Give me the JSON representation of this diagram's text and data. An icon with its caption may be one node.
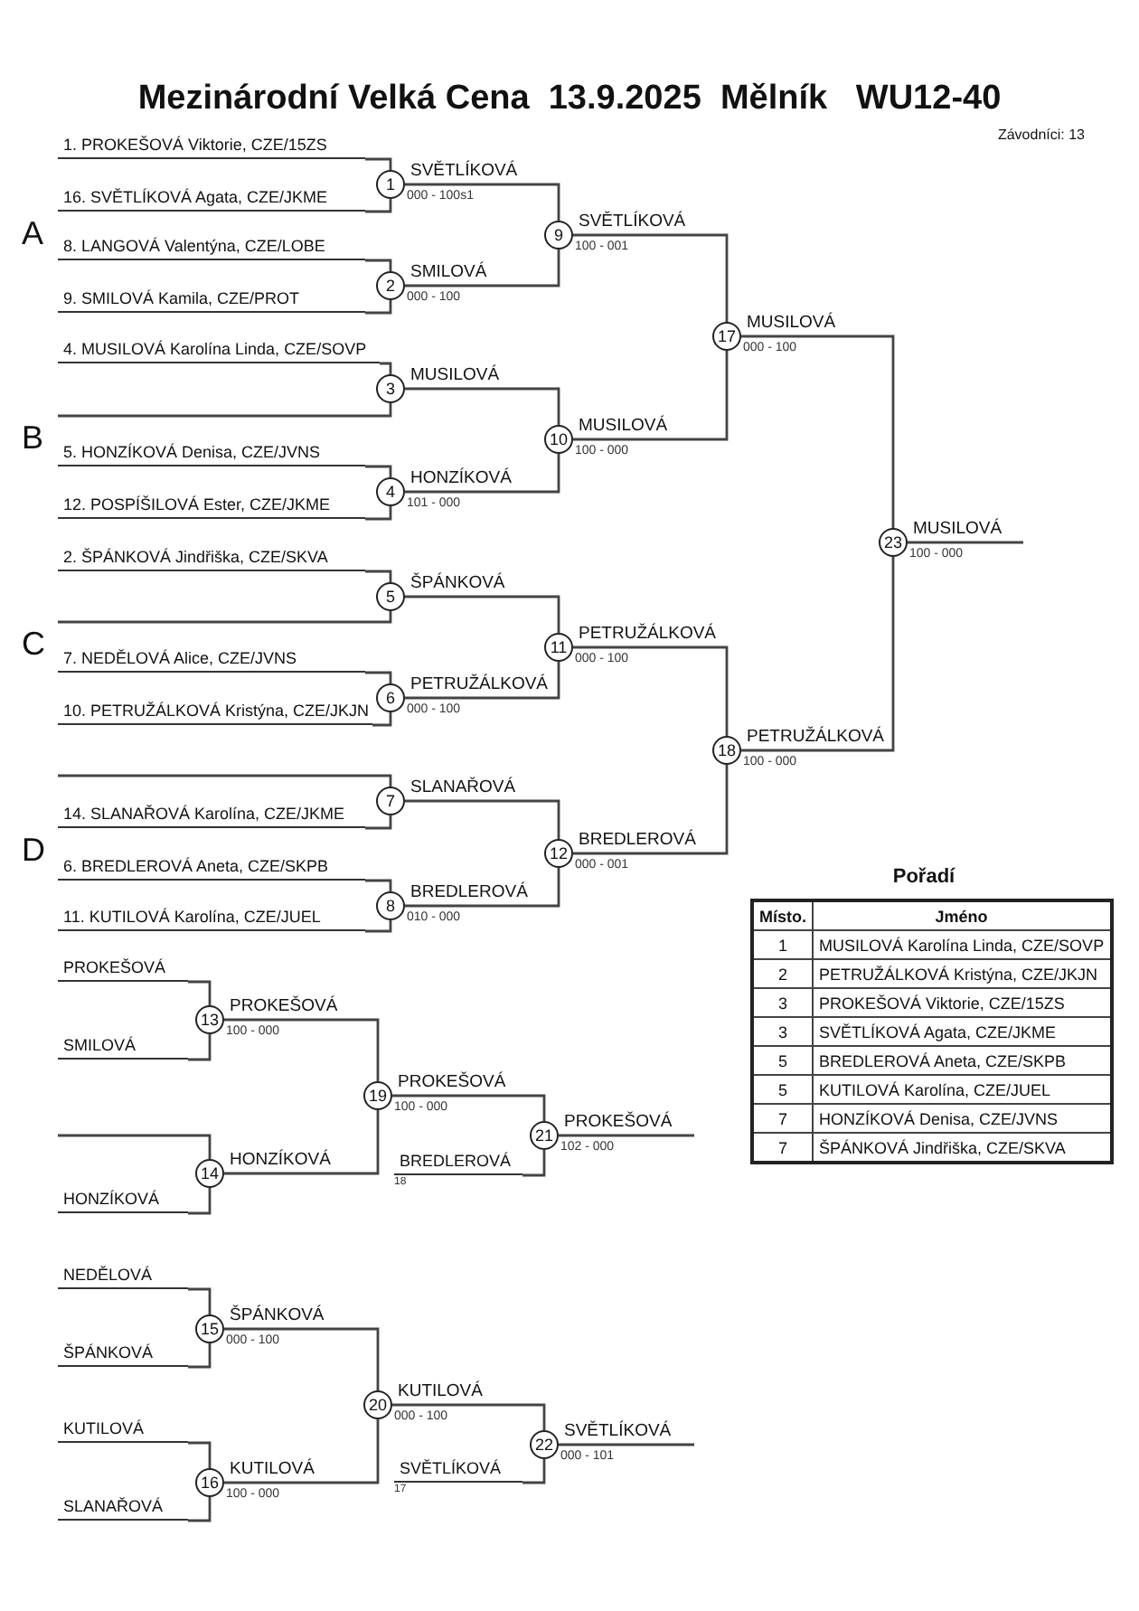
{
  "diagram": {
    "title": "Mezinárodní Velká Cena  13.9.2025  Mělník   WU12-40",
    "nodes": [
      {
        "text": [
          "1. PROKEŠOVÁ Viktorie, CZE/15ZS"
        ]
      },
      {
        "text": [
          "16. SVĚTLÍKOVÁ Agata, CZE/JKME"
        ]
      },
      {
        "text": [
          "1"
        ],
        "beside": [
          "000 - 100s1"
        ]
      },
      {
        "text": [
          "8. LANGOVÁ Valentýna, CZE/LOBE"
        ]
      },
      {
        "text": [
          "9. SMILOVÁ Kamila, CZE/PROT"
        ]
      },
      {
        "text": [
          "2"
        ],
        "beside": [
          "000 - 100"
        ]
      },
      {
        "text": [
          "4. MUSILOVÁ Karolína Linda, CZE/SOVP"
        ]
      },
      {
        "text": [
          "3"
        ]
      },
      {
        "text": [
          "5. HONZÍKOVÁ Denisa, CZE/JVNS"
        ]
      },
      {
        "text": [
          "12. POSPÍŠILOVÁ Ester, CZE/JKME"
        ]
      },
      {
        "text": [
          "4"
        ],
        "beside": [
          "101 - 000"
        ]
      },
      {
        "text": [
          "2. ŠPÁNKOVÁ Jindřiška, CZE/SKVA"
        ]
      },
      {
        "text": [
          "5"
        ]
      },
      {
        "text": [
          "7. NEDĚLOVÁ Alice, CZE/JVNS"
        ]
      },
      {
        "text": [
          "10. PETRUŽÁLKOVÁ Kristýna, CZE/JKJN"
        ]
      },
      {
        "text": [
          "6"
        ],
        "beside": [
          "000 - 100"
        ]
      },
      {
        "text": [
          "14. SLANAŘOVÁ Karolína, CZE/JKME"
        ]
      },
      {
        "text": [
          "7"
        ]
      },
      {
        "text": [
          "6. BREDLEROVÁ Aneta, CZE/SKPB"
        ]
      },
      {
        "text": [
          "11. KUTILOVÁ Karolína, CZE/JUEL"
        ]
      },
      {
        "text": [
          "8"
        ],
        "beside": [
          "010 - 000"
        ]
      },
      {
        "text": [
          "9"
        ],
        "beside": [
          "100 - 001"
        ]
      },
      {
        "text": [
          "10"
        ],
        "beside": [
          "100 - 000"
        ]
      },
      {
        "text": [
          "11"
        ],
        "beside": [
          "000 - 100"
        ]
      },
      {
        "text": [
          "12"
        ],
        "beside": [
          "000 - 001"
        ]
      },
      {
        "text": [
          "17"
        ],
        "beside": [
          "000 - 100"
        ]
      },
      {
        "text": [
          "18"
        ],
        "beside": [
          "100 - 000"
        ]
      },
      {
        "text": [
          "23"
        ],
        "beside": [
          "100 - 000"
        ]
      },
      {
        "text": [
          "PROKEŠOVÁ"
        ]
      },
      {
        "text": [
          "SMILOVÁ"
        ]
      },
      {
        "text": [
          "13"
        ],
        "beside": [
          "100 - 000"
        ]
      },
      {
        "text": [
          "HONZÍKOVÁ"
        ]
      },
      {
        "text": [
          "14"
        ]
      },
      {
        "text": [
          "19"
        ],
        "beside": [
          "100 - 000"
        ]
      },
      {
        "text": [
          "BREDLEROVÁ"
        ],
        "beside": [
          "18"
        ]
      },
      {
        "text": [
          "21"
        ],
        "beside": [
          "102 - 000"
        ]
      },
      {
        "text": [
          "NEDĚLOVÁ"
        ]
      },
      {
        "text": [
          "ŠPÁNKOVÁ"
        ]
      },
      {
        "text": [
          "15"
        ],
        "beside": [
          "000 - 100"
        ]
      },
      {
        "text": [
          "KUTILOVÁ"
        ]
      },
      {
        "text": [
          "SLANAŘOVÁ"
        ]
      },
      {
        "text": [
          "16"
        ],
        "beside": [
          "100 - 000"
        ]
      },
      {
        "text": [
          "20"
        ],
        "beside": [
          "000 - 100"
        ]
      },
      {
        "text": [
          "SVĚTLÍKOVÁ"
        ],
        "beside": [
          "17"
        ]
      },
      {
        "text": [
          "22"
        ],
        "beside": [
          "000 - 101"
        ]
      }
    ],
    "edges": [
      {
        "from": 0,
        "to": 2,
        "arrow": "none"
      },
      {
        "from": 1,
        "to": 2,
        "arrow": "none"
      },
      {
        "from": 3,
        "to": 5,
        "arrow": "none"
      },
      {
        "from": 4,
        "to": 5,
        "arrow": "none"
      },
      {
        "from": 6,
        "to": 7,
        "arrow": "none"
      },
      {
        "from": null,
        "to": 7,
        "arrow": "none"
      },
      {
        "from": 8,
        "to": 10,
        "arrow": "none"
      },
      {
        "from": 9,
        "to": 10,
        "arrow": "none"
      },
      {
        "from": 11,
        "to": 12,
        "arrow": "none"
      },
      {
        "from": null,
        "to": 12,
        "arrow": "none"
      },
      {
        "from": 13,
        "to": 15,
        "arrow": "none"
      },
      {
        "from": 14,
        "to": 15,
        "arrow": "none"
      },
      {
        "from": null,
        "to": 17,
        "arrow": "none"
      },
      {
        "from": 16,
        "to": 17,
        "arrow": "none"
      },
      {
        "from": 18,
        "to": 20,
        "arrow": "none"
      },
      {
        "from": 19,
        "to": 20,
        "arrow": "none"
      },
      {
        "from": 2,
        "to": 21,
        "arrow": "none",
        "label": "SVĚTLÍKOVÁ"
      },
      {
        "from": 5,
        "to": 21,
        "arrow": "none",
        "label": "SMILOVÁ"
      },
      {
        "from": 7,
        "to": 22,
        "arrow": "none",
        "label": "MUSILOVÁ"
      },
      {
        "from": 10,
        "to": 22,
        "arrow": "none",
        "label": "HONZÍKOVÁ"
      },
      {
        "from": 12,
        "to": 23,
        "arrow": "none",
        "label": "ŠPÁNKOVÁ"
      },
      {
        "from": 15,
        "to": 23,
        "arrow": "none",
        "label": "PETRUŽÁLKOVÁ"
      },
      {
        "from": 17,
        "to": 24,
        "arrow": "none",
        "label": "SLANAŘOVÁ"
      },
      {
        "from": 20,
        "to": 24,
        "arrow": "none",
        "label": "BREDLEROVÁ"
      },
      {
        "from": 21,
        "to": 25,
        "arrow": "none",
        "label": "SVĚTLÍKOVÁ"
      },
      {
        "from": 22,
        "to": 25,
        "arrow": "none",
        "label": "MUSILOVÁ"
      },
      {
        "from": 23,
        "to": 26,
        "arrow": "none",
        "label": "PETRUŽÁLKOVÁ"
      },
      {
        "from": 24,
        "to": 26,
        "arrow": "none",
        "label": "BREDLEROVÁ"
      },
      {
        "from": 25,
        "to": 27,
        "arrow": "none",
        "label": "MUSILOVÁ"
      },
      {
        "from": 26,
        "to": 27,
        "arrow": "none",
        "label": "PETRUŽÁLKOVÁ"
      },
      {
        "from": 27,
        "to": null,
        "arrow": "none",
        "label": "MUSILOVÁ"
      },
      {
        "from": 28,
        "to": 30,
        "arrow": "none"
      },
      {
        "from": 29,
        "to": 30,
        "arrow": "none"
      },
      {
        "from": null,
        "to": 32,
        "arrow": "none"
      },
      {
        "from": 31,
        "to": 32,
        "arrow": "none"
      },
      {
        "from": 30,
        "to": 33,
        "arrow": "none",
        "label": "PROKEŠOVÁ"
      },
      {
        "from": 32,
        "to": 33,
        "arrow": "none",
        "label": "HONZÍKOVÁ"
      },
      {
        "from": 33,
        "to": 35,
        "arrow": "none",
        "label": "PROKEŠOVÁ"
      },
      {
        "from": 34,
        "to": 35,
        "arrow": "none"
      },
      {
        "from": 35,
        "to": null,
        "arrow": "none",
        "label": "PROKEŠOVÁ"
      },
      {
        "from": 36,
        "to": 38,
        "arrow": "none"
      },
      {
        "from": 37,
        "to": 38,
        "arrow": "none"
      },
      {
        "from": 39,
        "to": 41,
        "arrow": "none"
      },
      {
        "from": 40,
        "to": 41,
        "arrow": "none"
      },
      {
        "from": 38,
        "to": 42,
        "arrow": "none",
        "label": "ŠPÁNKOVÁ"
      },
      {
        "from": 41,
        "to": 42,
        "arrow": "none",
        "label": "KUTILOVÁ"
      },
      {
        "from": 42,
        "to": 44,
        "arrow": "none",
        "label": "KUTILOVÁ"
      },
      {
        "from": 43,
        "to": 44,
        "arrow": "none"
      },
      {
        "from": 44,
        "to": null,
        "arrow": "none",
        "label": "SVĚTLÍKOVÁ"
      }
    ],
    "labels": [
      "Závodníci: 13",
      "A",
      "B",
      "C",
      "D",
      "Pořadí",
      "Místo.",
      "Jméno",
      "1",
      "MUSILOVÁ Karolína Linda, CZE/SOVP",
      "2",
      "PETRUŽÁLKOVÁ Kristýna, CZE/JKJN",
      "3",
      "PROKEŠOVÁ Viktorie, CZE/15ZS",
      "3",
      "SVĚTLÍKOVÁ Agata, CZE/JKME",
      "5",
      "BREDLEROVÁ Aneta, CZE/SKPB",
      "5",
      "KUTILOVÁ Karolína, CZE/JUEL",
      "7",
      "HONZÍKOVÁ Denisa, CZE/JVNS",
      "7",
      "ŠPÁNKOVÁ Jindřiška, CZE/SKVA"
    ]
  }
}
